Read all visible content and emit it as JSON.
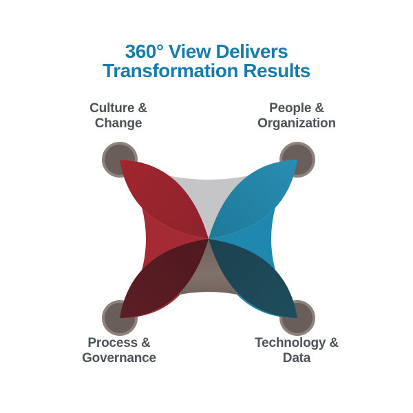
{
  "title": {
    "line1": "360° View Delivers",
    "line2": "Transformation Results"
  },
  "quadrants": {
    "top_left": {
      "line1": "Culture &",
      "line2": "Change"
    },
    "top_right": {
      "line1": "People &",
      "line2": "Organization"
    },
    "bottom_left": {
      "line1": "Process &",
      "line2": "Governance"
    },
    "bottom_right": {
      "line1": "Technology &",
      "line2": "Data"
    }
  },
  "colors": {
    "background": "#ffffff",
    "title_text": "#1a7cab",
    "label_text": "#4d5358",
    "top_region": "#c5c4c6",
    "left_region": "#a42a33",
    "right_region": "#2088ae",
    "bottom_region_center": "#6e625c",
    "bottom_region_mid": "#81736a",
    "bottom_region_edge": "#5e534e",
    "tl_petal_tip": "#a0262f",
    "tl_petal_body": "#8e222c",
    "tr_petal_tip": "#2a8db4",
    "tr_petal_body": "#1e7997",
    "bl_petal_tip": "#5d1e24",
    "bl_petal_body": "#4d191f",
    "br_petal_tip": "#1e4d5c",
    "br_petal_body": "#1c4250",
    "node_core": "#695e59",
    "node_halo": "#786d67"
  }
}
